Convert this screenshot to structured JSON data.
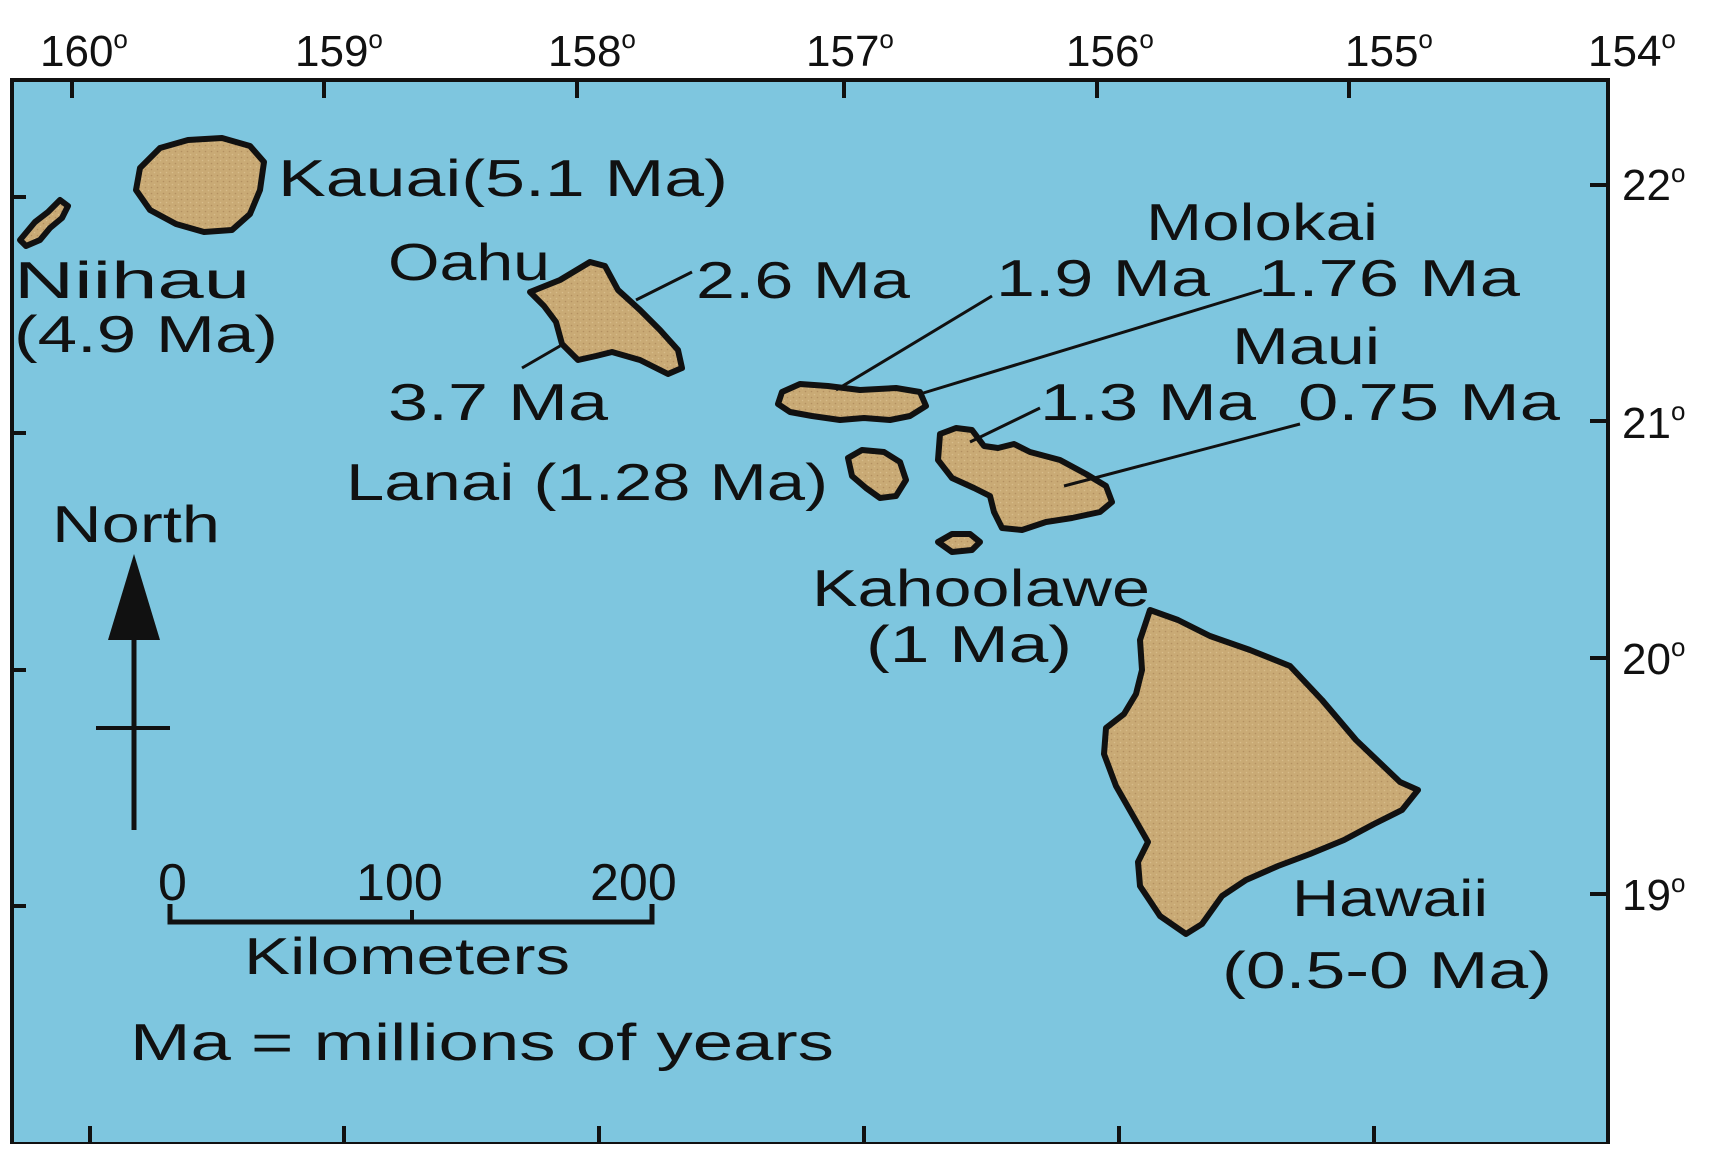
{
  "colors": {
    "ocean": "#7ec6df",
    "land": "#c9aa75",
    "outline": "#111111",
    "page": "#ffffff"
  },
  "longitudes": [
    {
      "deg": "160",
      "sym": "o"
    },
    {
      "deg": "159",
      "sym": "o"
    },
    {
      "deg": "158",
      "sym": "o"
    },
    {
      "deg": "157",
      "sym": "o"
    },
    {
      "deg": "156",
      "sym": "o"
    },
    {
      "deg": "155",
      "sym": "o"
    },
    {
      "deg": "154",
      "sym": "o"
    }
  ],
  "latitudes": [
    {
      "deg": "22",
      "sym": "o"
    },
    {
      "deg": "21",
      "sym": "o"
    },
    {
      "deg": "20",
      "sym": "o"
    },
    {
      "deg": "19",
      "sym": "o"
    }
  ],
  "islands": {
    "niihau": {
      "name": "Niihau",
      "age": "(4.9 Ma)"
    },
    "kauai": {
      "name": "Kauai(5.1 Ma)"
    },
    "oahu": {
      "name": "Oahu",
      "age_east": "2.6 Ma",
      "age_west": "3.7 Ma"
    },
    "molokai": {
      "name": "Molokai",
      "age_west": "1.9 Ma",
      "age_east": "1.76 Ma"
    },
    "maui": {
      "name": "Maui",
      "age_west": "1.3 Ma",
      "age_east": "0.75 Ma"
    },
    "lanai": {
      "name": "Lanai (1.28 Ma)"
    },
    "kahoolawe": {
      "name": "Kahoolawe",
      "age": "(1 Ma)"
    },
    "hawaii": {
      "name": "Hawaii",
      "age": "(0.5-0 Ma)"
    }
  },
  "north_arrow": {
    "label": "North"
  },
  "scale_bar": {
    "ticks": [
      "0",
      "100",
      "200"
    ],
    "unit": "Kilometers"
  },
  "legend": {
    "text": "Ma = millions of years"
  }
}
